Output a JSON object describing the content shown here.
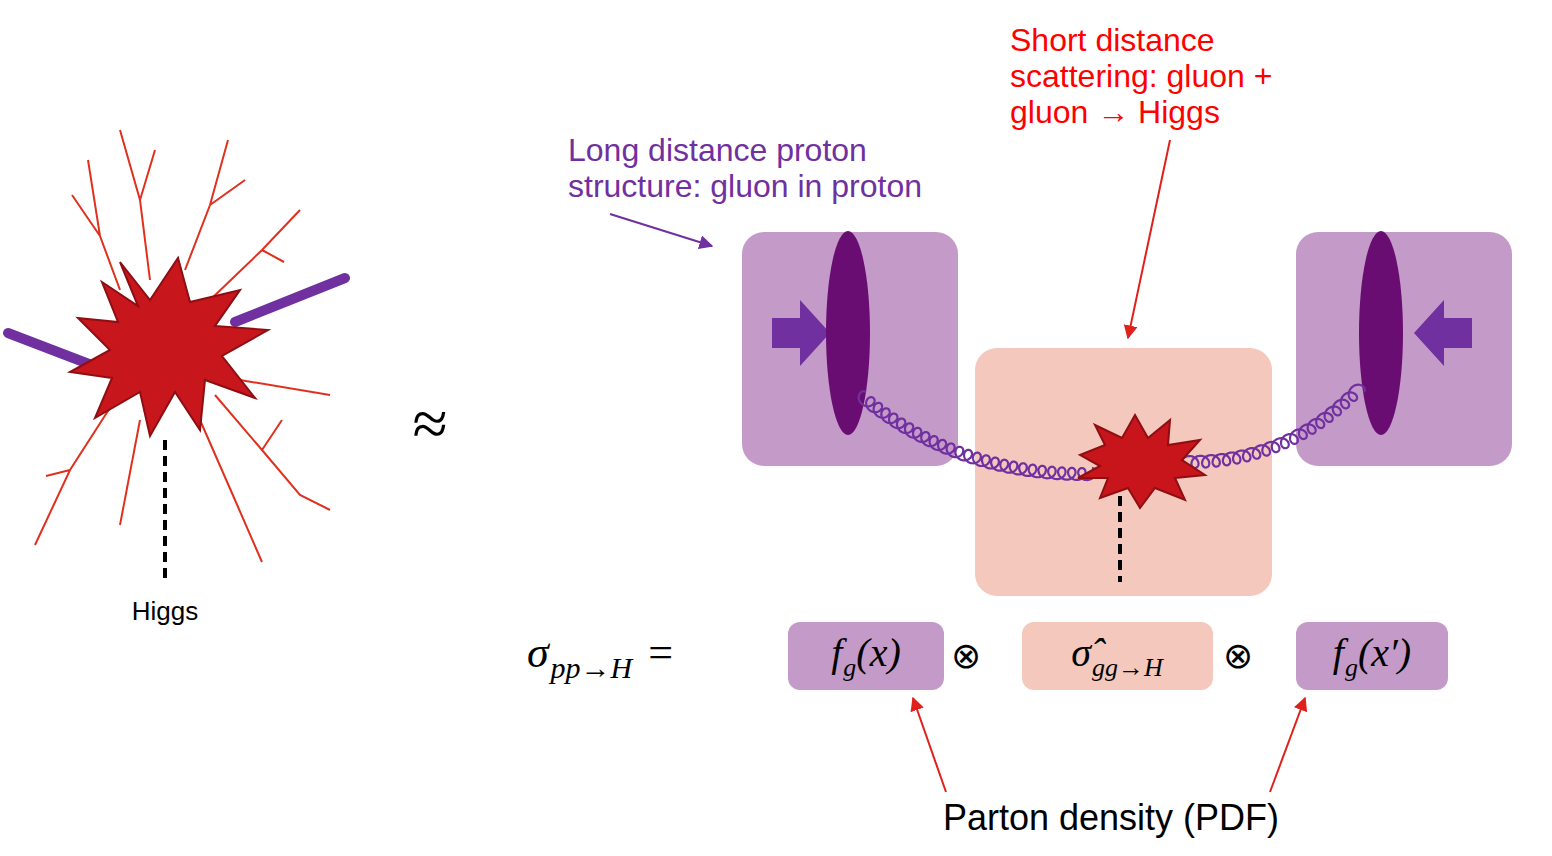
{
  "diagram": {
    "nodes": [
      {
        "text": [
          "f",
          "g",
          "(x)"
        ]
      },
      {
        "text": [
          "σ̂",
          "gg→H"
        ]
      },
      {
        "text": [
          "f",
          "g",
          "(x′)"
        ]
      }
    ],
    "labels": [
      "Long distance proton structure: gluon in proton",
      "Short distance scattering: gluon + gluon → Higgs",
      "Higgs",
      "≈",
      "σ",
      "pp→H",
      "=",
      "⊗",
      "⊗",
      "Parton density (PDF)"
    ]
  }
}
